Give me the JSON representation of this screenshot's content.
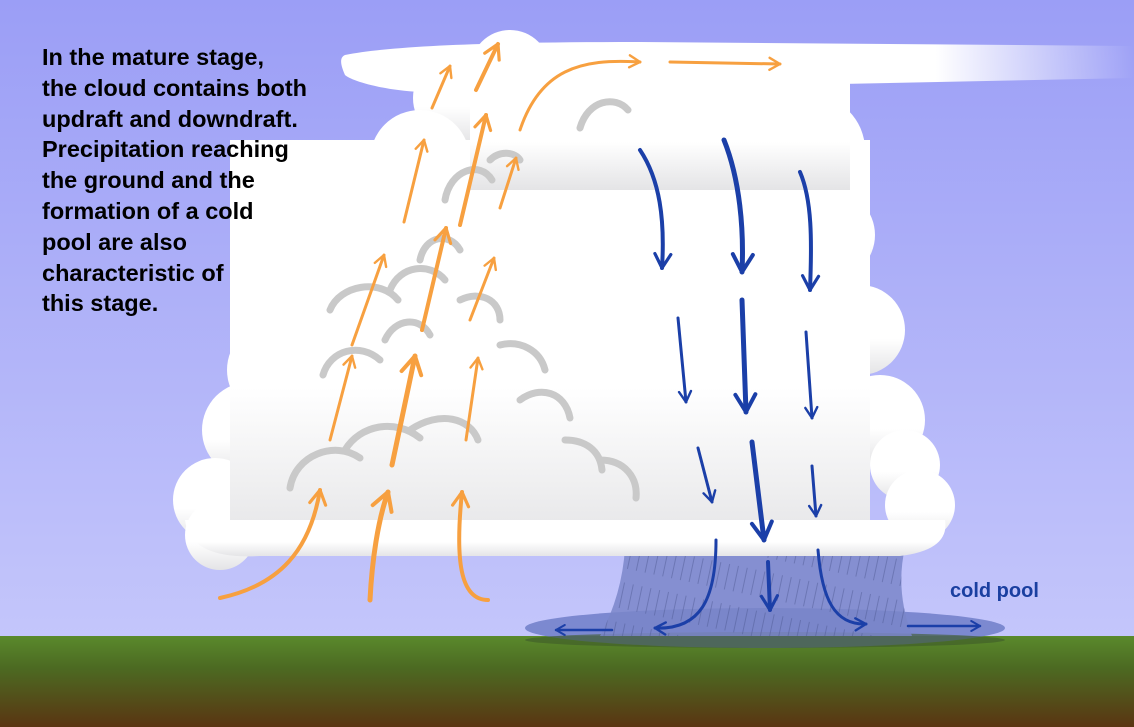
{
  "caption": {
    "lines": [
      "In the mature stage,",
      "the cloud contains both",
      "updraft and downdraft.",
      "Precipitation reaching",
      "the ground and the",
      "formation of a cold",
      "pool are also",
      "characteristic of",
      "this stage."
    ]
  },
  "labels": {
    "cold_pool": "cold pool"
  },
  "colors": {
    "sky_top": "#9b9ef6",
    "sky_bottom": "#c4c6fb",
    "cloud": "#ffffff",
    "cloud_shadow": "#c8c8c8",
    "updraft": "#f7a040",
    "downdraft": "#1b3fa8",
    "rain": "#7a86c9",
    "grass": "#5a8a2c",
    "soil": "#5a3512"
  },
  "icons": {
    "updraft": "orange-arrow-icon",
    "downdraft": "blue-arrow-icon"
  }
}
